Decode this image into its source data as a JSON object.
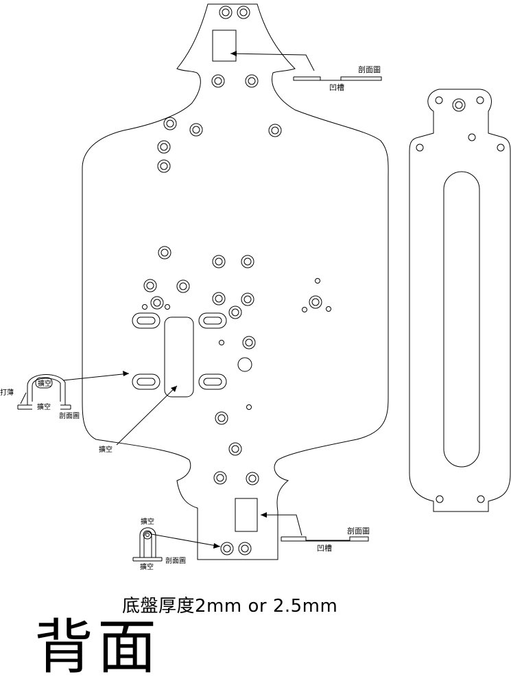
{
  "labels": {
    "section_top": "剖面圖",
    "groove_top": "凹槽",
    "section_bottom": "剖面圖",
    "groove_bottom": "凹槽",
    "thin_side": "打薄",
    "hollow_left_top": "擴空",
    "hollow_left_bottom": "擴空",
    "section_left": "剖面圖",
    "hollow_center": "擴空",
    "hollow_small_top": "擴空",
    "hollow_small_bottom": "擴空",
    "section_small": "剖面圖"
  },
  "caption": "底盤厚度2mm or 2.5mm",
  "view_title": "背面",
  "colors": {
    "line": "#000000",
    "background": "#ffffff"
  }
}
